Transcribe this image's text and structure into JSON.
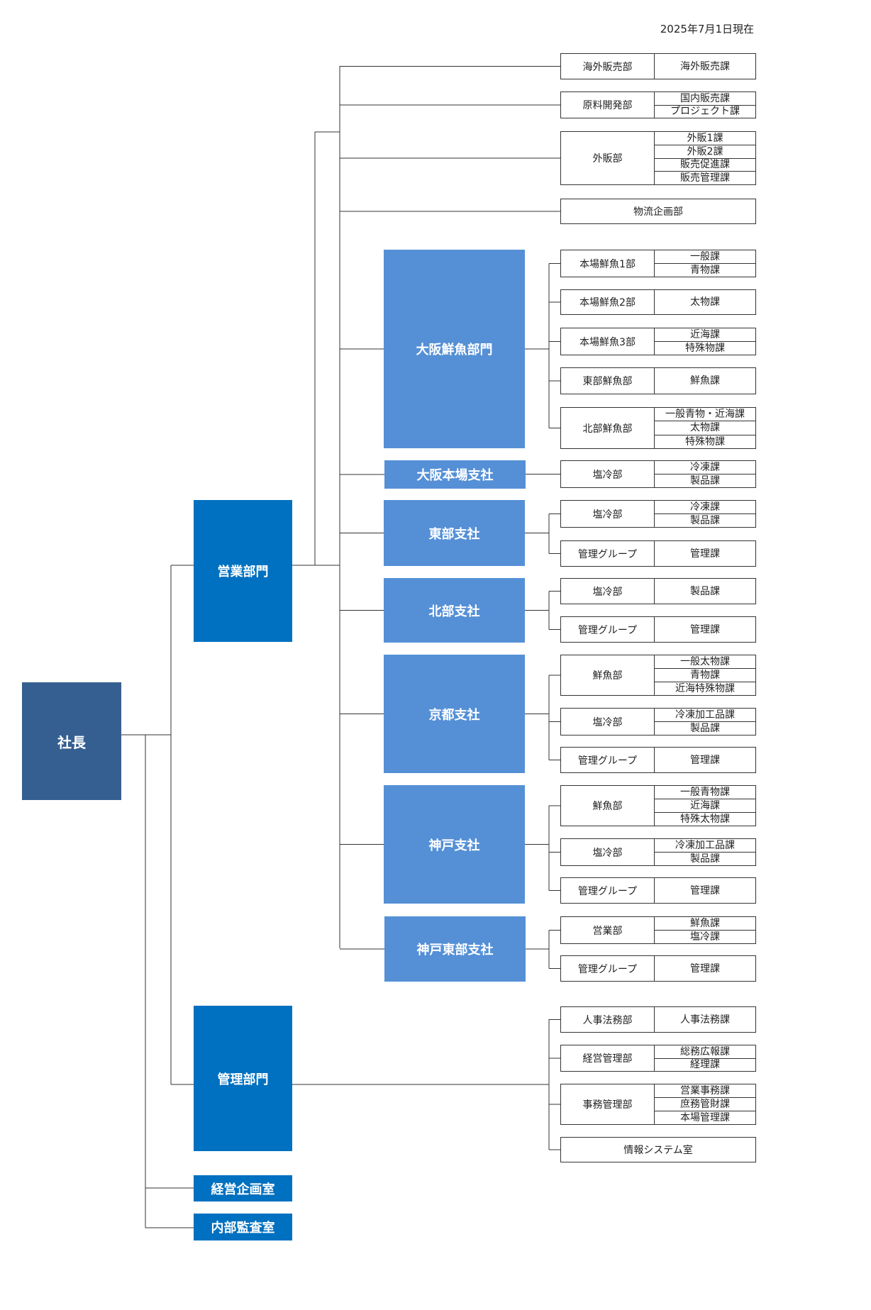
{
  "date_label": "2025年7月1日現在",
  "president": "社長",
  "sales_division": "営業部門",
  "admin_division": "管理部門",
  "planning_office": "経営企画室",
  "audit_office": "内部監査室",
  "sales_direct": [
    {
      "dept": "海外販売部",
      "sections": [
        "海外販売課"
      ]
    },
    {
      "dept": "原料開発部",
      "sections": [
        "国内販売課",
        "プロジェクト課"
      ]
    },
    {
      "dept": "外販部",
      "sections": [
        "外販1課",
        "外販2課",
        "販売促進課",
        "販売管理課"
      ]
    },
    {
      "dept": "物流企画部",
      "sections": []
    }
  ],
  "branches": [
    {
      "name": "大阪鮮魚部門",
      "depts": [
        {
          "dept": "本場鮮魚1部",
          "sections": [
            "一般課",
            "青物課"
          ]
        },
        {
          "dept": "本場鮮魚2部",
          "sections": [
            "太物課"
          ]
        },
        {
          "dept": "本場鮮魚3部",
          "sections": [
            "近海課",
            "特殊物課"
          ]
        },
        {
          "dept": "東部鮮魚部",
          "sections": [
            "鮮魚課"
          ]
        },
        {
          "dept": "北部鮮魚部",
          "sections": [
            "一般青物・近海課",
            "太物課",
            "特殊物課"
          ]
        }
      ]
    },
    {
      "name": "大阪本場支社",
      "depts": [
        {
          "dept": "塩冷部",
          "sections": [
            "冷凍課",
            "製品課"
          ]
        }
      ]
    },
    {
      "name": "東部支社",
      "depts": [
        {
          "dept": "塩冷部",
          "sections": [
            "冷凍課",
            "製品課"
          ]
        },
        {
          "dept": "管理グループ",
          "sections": [
            "管理課"
          ]
        }
      ]
    },
    {
      "name": "北部支社",
      "depts": [
        {
          "dept": "塩冷部",
          "sections": [
            "製品課"
          ]
        },
        {
          "dept": "管理グループ",
          "sections": [
            "管理課"
          ]
        }
      ]
    },
    {
      "name": "京都支社",
      "depts": [
        {
          "dept": "鮮魚部",
          "sections": [
            "一般太物課",
            "青物課",
            "近海特殊物課"
          ]
        },
        {
          "dept": "塩冷部",
          "sections": [
            "冷凍加工品課",
            "製品課"
          ]
        },
        {
          "dept": "管理グループ",
          "sections": [
            "管理課"
          ]
        }
      ]
    },
    {
      "name": "神戸支社",
      "depts": [
        {
          "dept": "鮮魚部",
          "sections": [
            "一般青物課",
            "近海課",
            "特殊太物課"
          ]
        },
        {
          "dept": "塩冷部",
          "sections": [
            "冷凍加工品課",
            "製品課"
          ]
        },
        {
          "dept": "管理グループ",
          "sections": [
            "管理課"
          ]
        }
      ]
    },
    {
      "name": "神戸東部支社",
      "depts": [
        {
          "dept": "営業部",
          "sections": [
            "鮮魚課",
            "塩冷課"
          ]
        },
        {
          "dept": "管理グループ",
          "sections": [
            "管理課"
          ]
        }
      ]
    }
  ],
  "admin_depts": [
    {
      "dept": "人事法務部",
      "sections": [
        "人事法務課"
      ]
    },
    {
      "dept": "経営管理部",
      "sections": [
        "総務広報課",
        "経理課"
      ]
    },
    {
      "dept": "事務管理部",
      "sections": [
        "営業事務課",
        "庶務管財課",
        "本場管理課"
      ]
    },
    {
      "dept": "情報システム室",
      "sections": []
    }
  ]
}
